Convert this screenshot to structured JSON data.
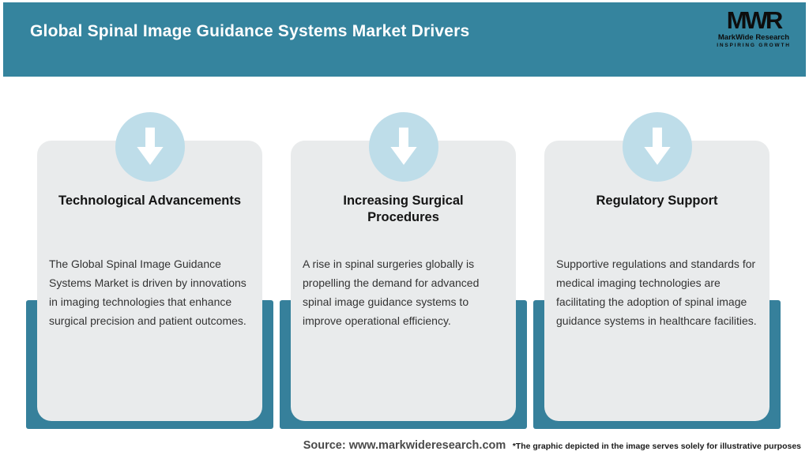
{
  "header": {
    "title": "Global Spinal Image Guidance Systems Market Drivers",
    "logo": {
      "acronym": "MWR",
      "name": "MarkWide Research",
      "tagline": "INSPIRING GROWTH"
    }
  },
  "cards": [
    {
      "icon": "down-arrow-icon",
      "title": "Technological Advancements",
      "description": "The Global Spinal Image Guidance Systems Market is driven by innovations in imaging technologies that enhance surgical precision and patient outcomes."
    },
    {
      "icon": "down-arrow-icon",
      "title": "Increasing Surgical\nProcedures",
      "description": "A rise in spinal surgeries globally is propelling the demand for advanced spinal image guidance systems to improve operational efficiency."
    },
    {
      "icon": "down-arrow-icon",
      "title": "Regulatory Support",
      "description": "Supportive regulations and standards for medical imaging technologies are facilitating the adoption of spinal image guidance systems in healthcare facilities."
    }
  ],
  "footer": {
    "source": "Source: www.markwideresearch.com",
    "disclaimer": "*The graphic depicted in the image serves solely for illustrative purposes"
  },
  "colors": {
    "header_bg": "#35849e",
    "band_teal": "#36809b",
    "circle_blue": "#bedde9",
    "card_gray": "#e9ebec",
    "arrow_white": "#ffffff"
  }
}
